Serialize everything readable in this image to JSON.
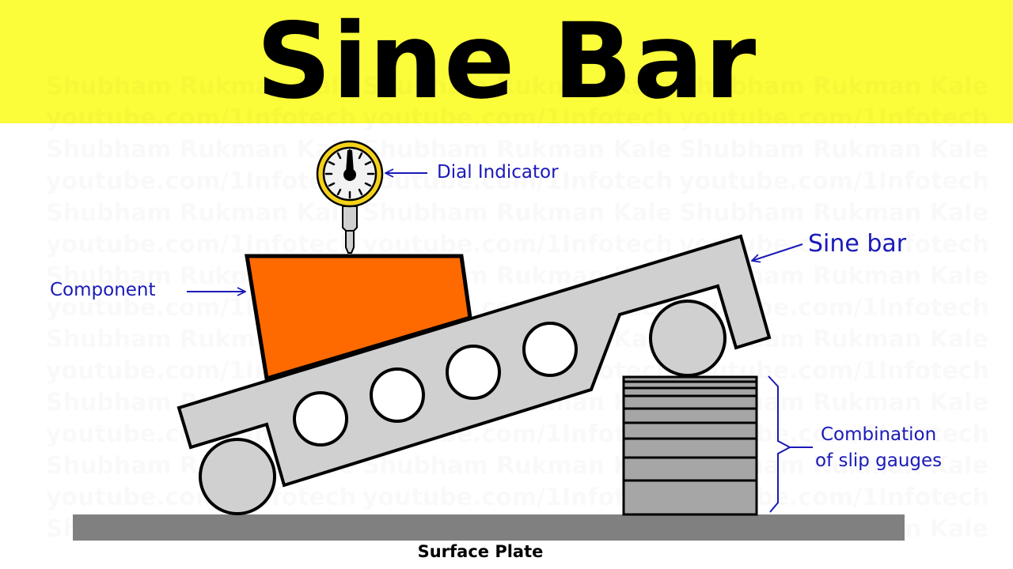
{
  "header": {
    "title": "Sine Bar",
    "background_color": "#fbfd3a"
  },
  "watermark": {
    "line1": "Shubham Rukman Kale",
    "line2": "youtube.com/1Infotech"
  },
  "labels": {
    "dial_indicator": "Dial Indicator",
    "sine_bar": "Sine bar",
    "component": "Component",
    "slip_gauges_line1": "Combination",
    "slip_gauges_line2": "of slip gauges",
    "surface_plate": "Surface Plate"
  },
  "colors": {
    "label_blue": "#1a1ab8",
    "component_orange": "#ff6a00",
    "bar_gray": "#d0d0d0",
    "slip_gauge_gray": "#a6a6a6",
    "surface_plate_gray": "#808080",
    "dial_ring_yellow": "#f5d21a"
  },
  "diagram": {
    "slip_gauge_count": 9,
    "sine_bar_holes": 4,
    "rollers": 2
  }
}
